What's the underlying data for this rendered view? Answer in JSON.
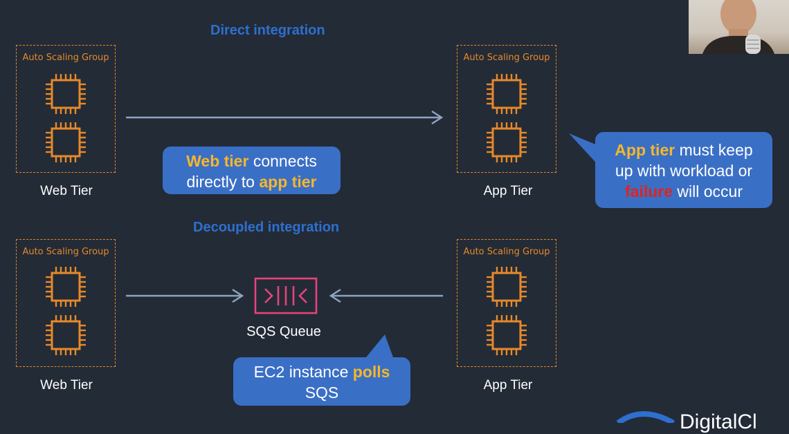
{
  "headings": {
    "direct": "Direct integration",
    "decoupled": "Decoupled integration"
  },
  "asg_label": "Auto Scaling Group",
  "tiers": {
    "web_top": "Web Tier",
    "app_top": "App Tier",
    "web_bottom": "Web Tier",
    "app_bottom": "App Tier"
  },
  "queue": {
    "label": "SQS Queue",
    "icon": "sqs-queue-icon"
  },
  "bubbles": {
    "web_connects": {
      "part1": "Web tier",
      "part2": " connects",
      "part3": "directly to ",
      "part4": "app tier"
    },
    "app_workload": {
      "part1": "App tier",
      "part2": " must keep",
      "part3": "up with workload or",
      "part4": "failure",
      "part5": " will occur"
    },
    "ec2_polls": {
      "part1": "EC2 instance ",
      "part2": "polls",
      "part3": "SQS"
    }
  },
  "branding": {
    "logo_text": "DigitalCl"
  },
  "colors": {
    "background": "#232b36",
    "heading": "#2e6fd0",
    "orange": "#e8892a",
    "bubble": "#3a6fc6",
    "highlight_yellow": "#f5b72a",
    "highlight_red": "#e0231d",
    "sqs_pink": "#e8437a",
    "arrow": "#8fa3c0"
  }
}
